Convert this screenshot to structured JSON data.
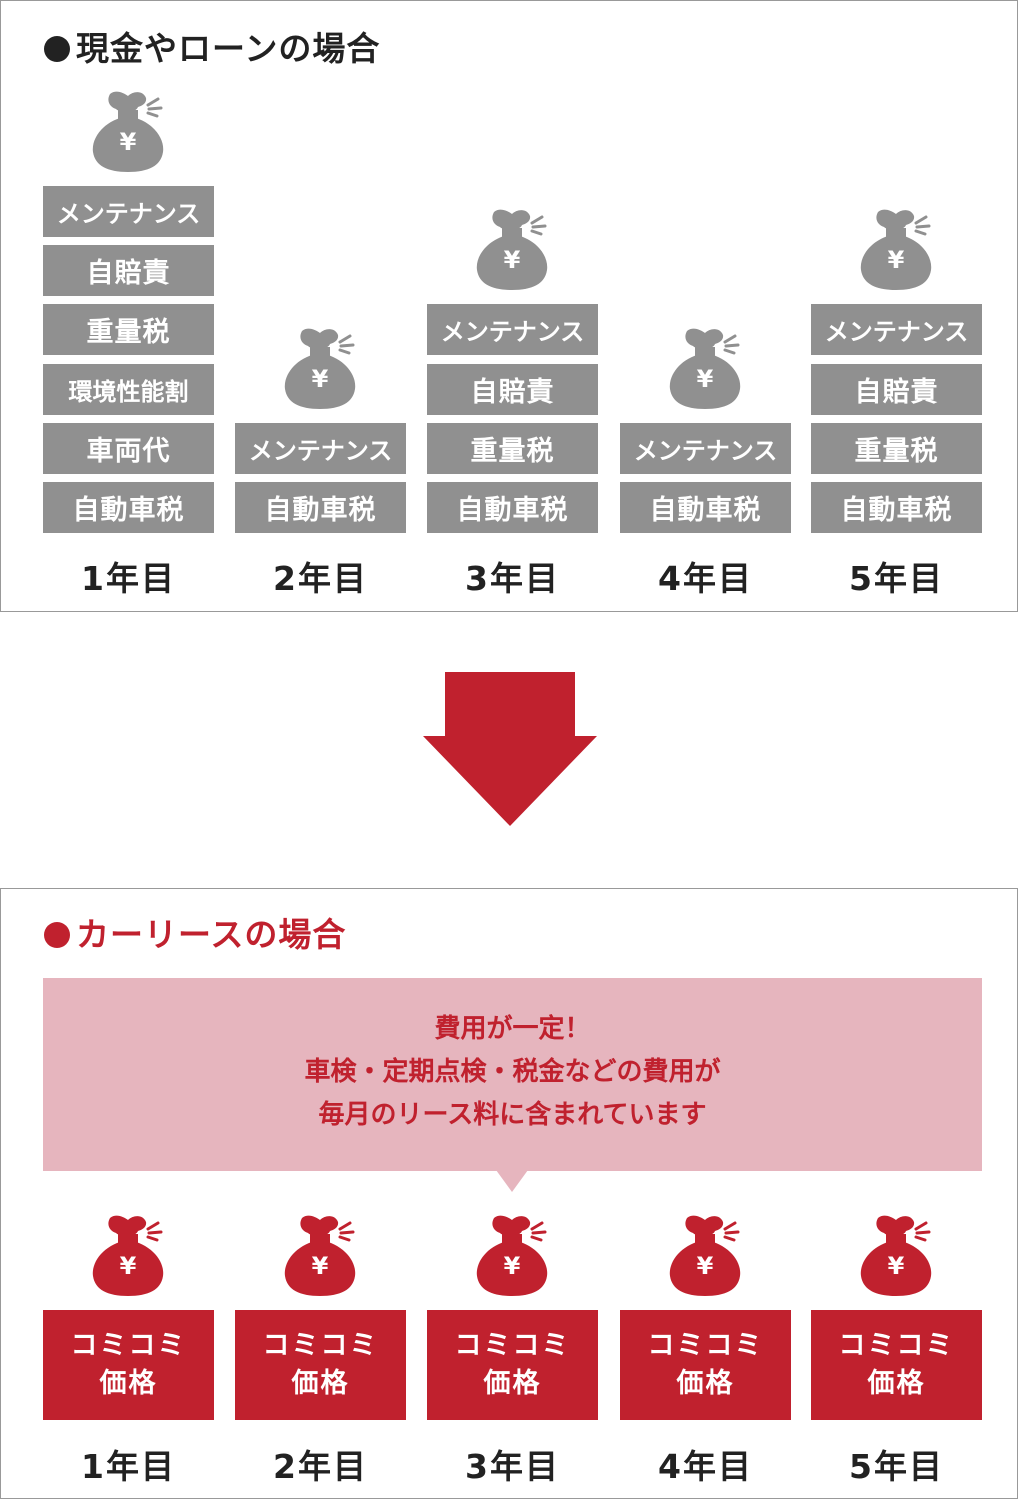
{
  "cash_loan": {
    "title": "現金やローンの場合",
    "accent": "#222222",
    "block_color": "#909090",
    "bag_icon": "money-bag-yen-icon",
    "yen_symbol": "¥",
    "columns": [
      {
        "year": "1年目",
        "items": [
          "メンテナンス",
          "自賠責",
          "重量税",
          "環境性能割",
          "車両代",
          "自動車税"
        ]
      },
      {
        "year": "2年目",
        "items": [
          "メンテナンス",
          "自動車税"
        ]
      },
      {
        "year": "3年目",
        "items": [
          "メンテナンス",
          "自賠責",
          "重量税",
          "自動車税"
        ]
      },
      {
        "year": "4年目",
        "items": [
          "メンテナンス",
          "自動車税"
        ]
      },
      {
        "year": "5年目",
        "items": [
          "メンテナンス",
          "自賠責",
          "重量税",
          "自動車税"
        ]
      }
    ]
  },
  "arrow_icon": "down-arrow-icon",
  "car_lease": {
    "title": "カーリースの場合",
    "accent": "#c0212e",
    "callout_color": "#e6b5be",
    "callout_lines": [
      "費用が一定！",
      "車検・定期点検・税金などの費用が",
      "毎月のリース料に含まれています"
    ],
    "bag_icon": "money-bag-yen-icon",
    "yen_symbol": "¥",
    "columns": [
      {
        "year": "1年目",
        "label_line1": "コミコミ",
        "label_line2": "価格"
      },
      {
        "year": "2年目",
        "label_line1": "コミコミ",
        "label_line2": "価格"
      },
      {
        "year": "3年目",
        "label_line1": "コミコミ",
        "label_line2": "価格"
      },
      {
        "year": "4年目",
        "label_line1": "コミコミ",
        "label_line2": "価格"
      },
      {
        "year": "5年目",
        "label_line1": "コミコミ",
        "label_line2": "価格"
      }
    ]
  }
}
